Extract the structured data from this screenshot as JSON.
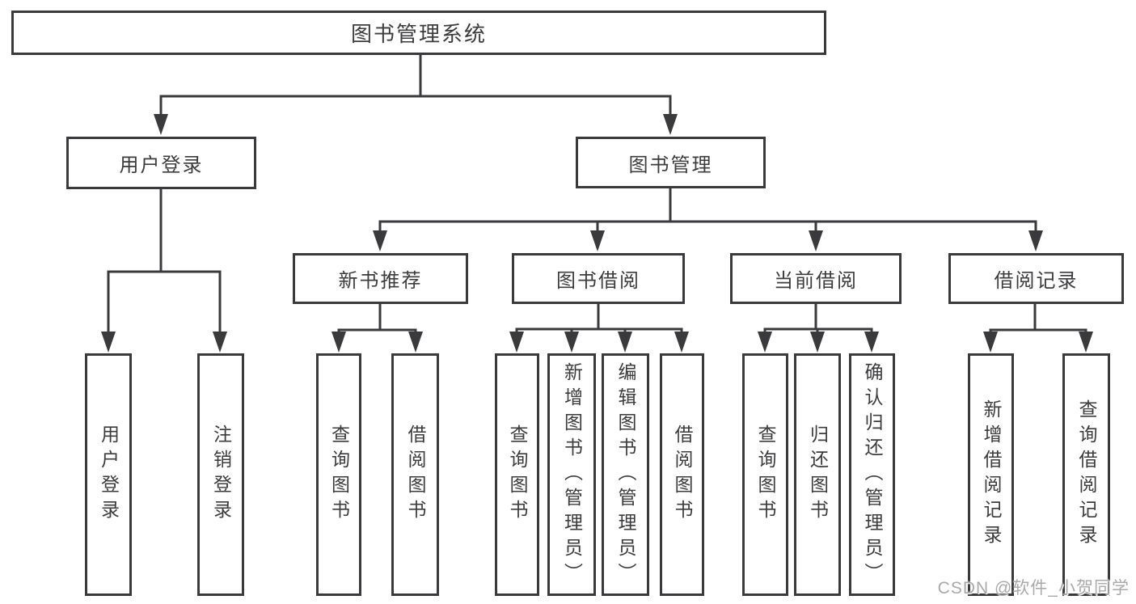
{
  "diagram": {
    "root": {
      "label": "图书管理系统"
    },
    "level2": [
      {
        "label": "用户登录"
      },
      {
        "label": "图书管理"
      }
    ],
    "level3": [
      {
        "label": "新书推荐",
        "parent": "图书管理"
      },
      {
        "label": "图书借阅",
        "parent": "图书管理"
      },
      {
        "label": "当前借阅",
        "parent": "图书管理"
      },
      {
        "label": "借阅记录",
        "parent": "图书管理"
      }
    ],
    "leaves": [
      {
        "label": "用户登录",
        "parent": "用户登录"
      },
      {
        "label": "注销登录",
        "parent": "用户登录"
      },
      {
        "label": "查询图书",
        "parent": "新书推荐"
      },
      {
        "label": "借阅图书",
        "parent": "新书推荐"
      },
      {
        "label": "查询图书",
        "parent": "图书借阅"
      },
      {
        "label": "新增图书（管理员）",
        "parent": "图书借阅"
      },
      {
        "label": "编辑图书（管理员）",
        "parent": "图书借阅"
      },
      {
        "label": "借阅图书",
        "parent": "图书借阅"
      },
      {
        "label": "查询图书",
        "parent": "当前借阅"
      },
      {
        "label": "归还图书",
        "parent": "当前借阅"
      },
      {
        "label": "确认归还（管理员）",
        "parent": "当前借阅"
      },
      {
        "label": "新增借阅记录",
        "parent": "借阅记录"
      },
      {
        "label": "查询借阅记录",
        "parent": "借阅记录"
      }
    ]
  },
  "watermark": {
    "text": "CSDN @软件_小贺同学"
  },
  "colors": {
    "line": "#3a3a3c",
    "text": "#3c3c3e",
    "watermark": "#a9a9a9",
    "background": "#ffffff"
  }
}
